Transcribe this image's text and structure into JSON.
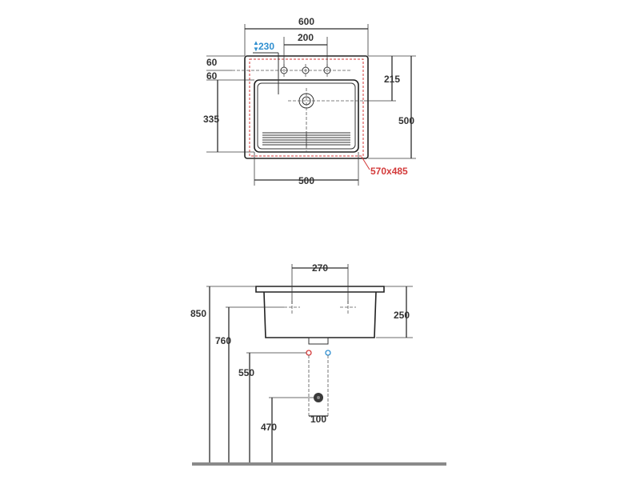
{
  "colors": {
    "line": "#2b2b2b",
    "blue_accent": "#2f8fd0",
    "red_accent": "#d33a3a",
    "floor": "#8a8a8a"
  },
  "top_view": {
    "width": "600",
    "depth": "500",
    "tap_spacing": "200",
    "tap_height": "230",
    "offset_top": "60",
    "offset_second": "60",
    "inner_depth": "335",
    "drain_offset": "215",
    "inner_width": "500",
    "cutout": "570x485"
  },
  "side_view": {
    "tap_spacing": "270",
    "basin_depth": "250",
    "top_height": "850",
    "bottom_height": "760",
    "supply_height": "550",
    "waste_height": "470",
    "waste_spacing": "100"
  }
}
